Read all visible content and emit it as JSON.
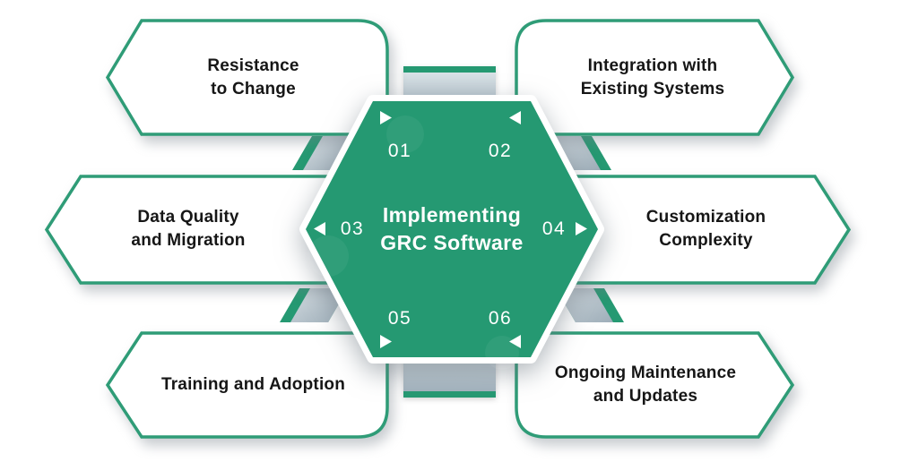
{
  "title": {
    "line1": "Implementing",
    "line2": "GRC Software"
  },
  "steps": [
    {
      "number": "01",
      "line1": "Resistance",
      "line2": "to Change"
    },
    {
      "number": "02",
      "line1": "Integration with",
      "line2": "Existing Systems"
    },
    {
      "number": "03",
      "line1": "Data Quality",
      "line2": "and Migration"
    },
    {
      "number": "04",
      "line1": "Customization",
      "line2": "Complexity"
    },
    {
      "number": "05",
      "line1": "Training and Adoption",
      "line2": ""
    },
    {
      "number": "06",
      "line1": "Ongoing Maintenance",
      "line2": "and Updates"
    }
  ],
  "colors": {
    "green": "#259972",
    "border_green": "#2F9C77",
    "slab_gray_light": "#dfe7eb",
    "slab_gray_dark": "#a3b3be",
    "text_dark": "#161616",
    "number_white": "#ffffff"
  }
}
